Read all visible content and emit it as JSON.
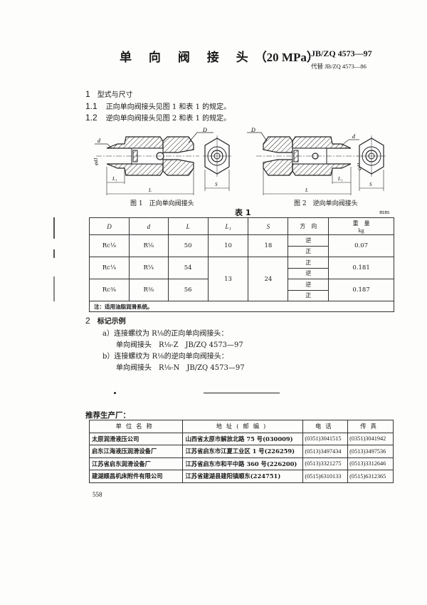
{
  "header": {
    "title": "单 向 阀 接 头",
    "pressure": "（20 MPa）",
    "standard_no": "JB/ZQ 4573—97",
    "replaces": "代替 JB/ZQ 4573—86"
  },
  "section1": {
    "num": "1",
    "title": "型式与尺寸",
    "items": [
      {
        "num": "1.1",
        "text": "正向单向阀接头见图 1 和表 1 的规定。"
      },
      {
        "num": "1.2",
        "text": "逆向单向阀接头见图 2 和表 1 的规定。"
      }
    ]
  },
  "figures": [
    {
      "caption": "图 1　正向单向阀接头",
      "labels": {
        "D": "D",
        "d": "d",
        "d1": "φd₁",
        "L1": "L₁",
        "L": "L",
        "S": "S"
      }
    },
    {
      "caption": "图 2　逆向单向阀接头",
      "labels": {
        "D": "D",
        "d": "d",
        "d1": "φd₁",
        "L1": "L₁",
        "L": "L",
        "S": "S"
      }
    }
  ],
  "table1": {
    "caption": "表 1",
    "unit": "mm",
    "headers": [
      "D",
      "d",
      "L",
      "L₁",
      "S",
      "方　向",
      "重　量",
      "kg"
    ],
    "rows": [
      {
        "D": "Rc⅛",
        "d": "R⅛",
        "L": "50",
        "L1": "10",
        "S": "18",
        "dirs": [
          "逆",
          "正"
        ],
        "weight": "0.07"
      },
      {
        "D": "Rc¼",
        "d": "R¼",
        "L": "54",
        "L1": "13",
        "S": "24",
        "dirs": [
          "正",
          "逆"
        ],
        "weight": "0.181"
      },
      {
        "D": "Rc⅜",
        "d": "R⅜",
        "L": "56",
        "L1": "",
        "S": "",
        "dirs": [
          "逆",
          "正"
        ],
        "weight": "0.187"
      }
    ],
    "note": "注：适用油脂润滑系统。"
  },
  "section2": {
    "num": "2",
    "title": "标记示例",
    "items": [
      {
        "label": "a）连接螺纹为 R⅛的正向单向阀接头：",
        "example": "单向阀接头　R⅛-Z　JB/ZQ 4573—97"
      },
      {
        "label": "b）连接螺纹为 R⅛的逆向单向阀接头：",
        "example": "单向阀接头　R⅛-N　JB/ZQ 4573—97"
      }
    ]
  },
  "manufacturers": {
    "title": "推荐生产厂：",
    "headers": [
      "单位名称",
      "地址(邮编)",
      "电话",
      "传真"
    ],
    "rows": [
      {
        "name": "太原润滑液压公司",
        "address": "山西省太原市解放北路 75 号(030009)",
        "phone": "(0351)3041515",
        "fax": "(0351)3041942"
      },
      {
        "name": "启东江海液压润滑设备厂",
        "address": "江苏省启东市江夏工业区 1 号(226259)",
        "phone": "(0513)3497434",
        "fax": "(0513)3497536"
      },
      {
        "name": "江苏省启东润滑设备厂",
        "address": "江苏省启东市和平中路 360 号(226200)",
        "phone": "(0513)3321275",
        "fax": "(0513)3312646"
      },
      {
        "name": "建湖顺昌机床附件有限公司",
        "address": "江苏省建湖县建阳镇顺东(224751)",
        "phone": "(0515)6310133",
        "fax": "(0515)6312365"
      }
    ]
  },
  "page_number": "558"
}
